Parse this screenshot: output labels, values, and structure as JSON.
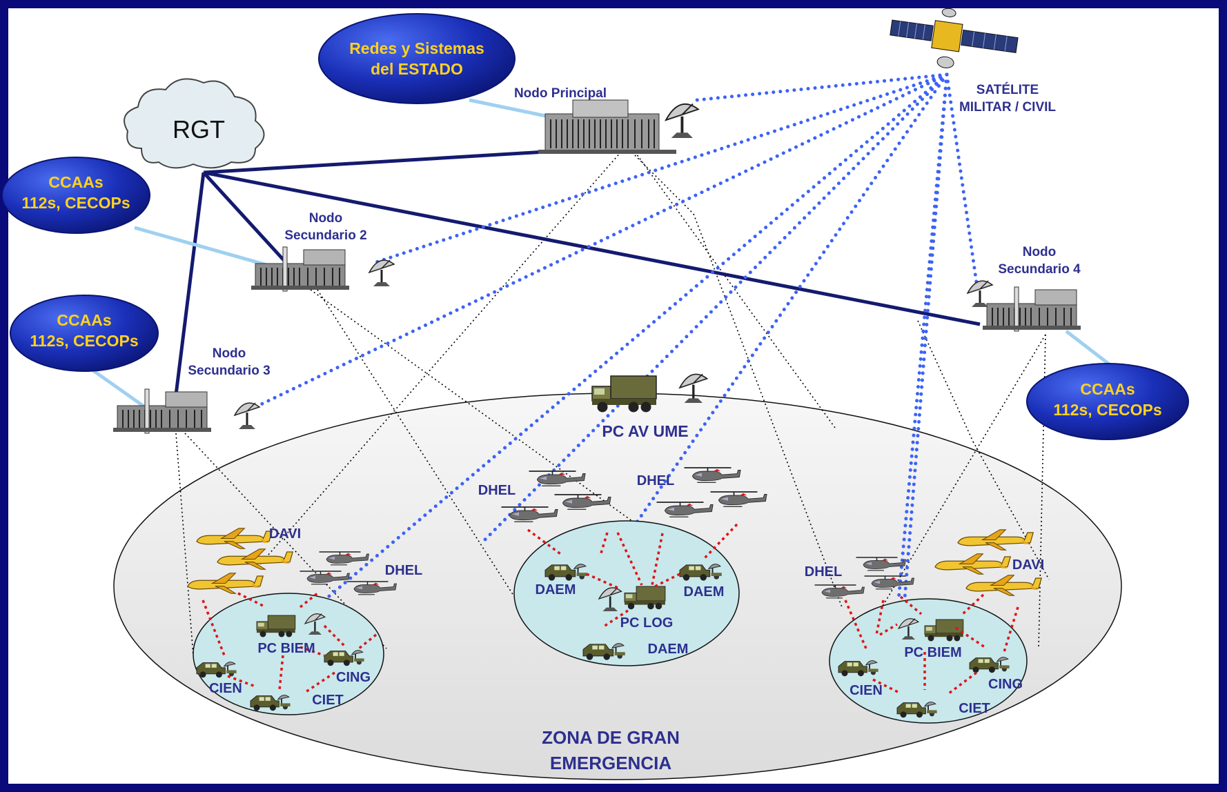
{
  "labels": {
    "redes_estado": [
      "Redes y Sistemas",
      "del ESTADO"
    ],
    "rgt": "RGT",
    "ccaas_1": [
      "CCAAs",
      "112s, CECOPs"
    ],
    "ccaas_2": [
      "CCAAs",
      "112s, CECOPs"
    ],
    "ccaas_3": [
      "CCAAs",
      "112s, CECOPs"
    ],
    "nodo_principal": "Nodo Principal",
    "nodo_sec_2": [
      "Nodo",
      "Secundario 2"
    ],
    "nodo_sec_3": [
      "Nodo",
      "Secundario 3"
    ],
    "nodo_sec_4": [
      "Nodo",
      "Secundario 4"
    ],
    "satelite": [
      "SATÉLITE",
      "MILITAR / CIVIL"
    ],
    "pc_av_ume": "PC AV UME",
    "zona": [
      "ZONA DE GRAN",
      "EMERGENCIA"
    ],
    "left_group": {
      "davi": "DAVI",
      "dhel": "DHEL",
      "pc_biem": "PC BIEM",
      "cien": "CIEN",
      "cing": "CING",
      "ciet": "CIET"
    },
    "center_group": {
      "dhel_1": "DHEL",
      "dhel_2": "DHEL",
      "daem_1": "DAEM",
      "daem_2": "DAEM",
      "daem_3": "DAEM",
      "pc_log": "PC LOG"
    },
    "right_group": {
      "dhel": "DHEL",
      "davi": "DAVI",
      "pc_biem": "PC BIEM",
      "cien": "CIEN",
      "cing": "CING",
      "ciet": "CIET"
    }
  },
  "colors": {
    "frame": "#0a0a7a",
    "label_text": "#2d2f8f",
    "ellipse_fill": "#1a2fb8",
    "yellow_text": "#ffd21f",
    "satellite_link": "#3c63f5",
    "backbone": "#141a6e",
    "local_link": "#e01414",
    "cluster_fill": "#c8e8ec"
  },
  "icons": [
    "cloud-icon",
    "building-icon",
    "satellite-dish-icon",
    "satellite-icon",
    "aircraft-icon",
    "helicopter-icon",
    "truck-icon"
  ]
}
